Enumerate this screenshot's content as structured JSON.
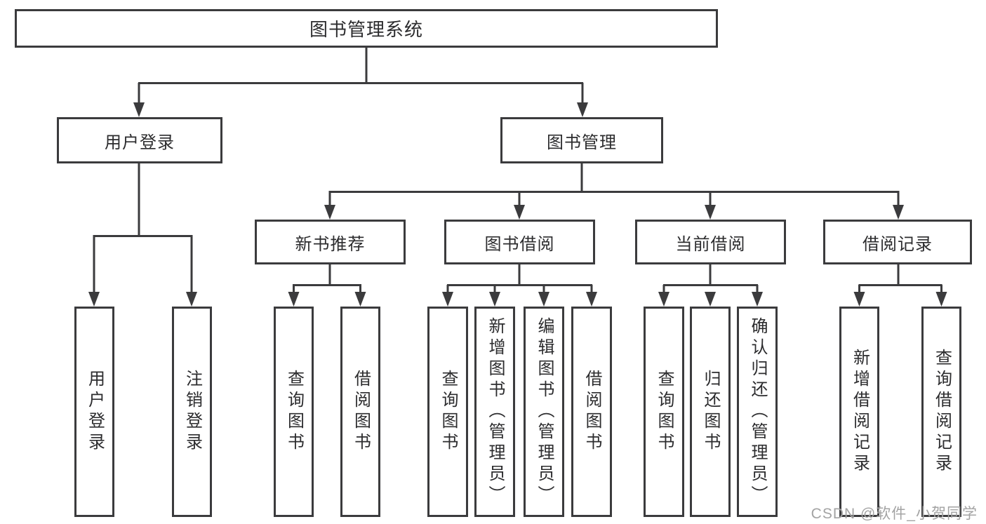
{
  "diagram": {
    "root": {
      "label": "图书管理系统"
    },
    "level2": [
      {
        "label": "用户登录"
      },
      {
        "label": "图书管理"
      }
    ],
    "level3": [
      {
        "label": "新书推荐"
      },
      {
        "label": "图书借阅"
      },
      {
        "label": "当前借阅"
      },
      {
        "label": "借阅记录"
      }
    ],
    "leaves": {
      "user_login": [
        "用户登录",
        "注销登录"
      ],
      "new_book_recommend": [
        "查询图书",
        "借阅图书"
      ],
      "book_borrow": [
        "查询图书",
        "新增图书（管理员）",
        "编辑图书（管理员）",
        "借阅图书"
      ],
      "current_borrow": [
        "查询图书",
        "归还图书",
        "确认归还（管理员）"
      ],
      "borrow_records": [
        "新增借阅记录",
        "查询借阅记录"
      ]
    }
  },
  "watermark": {
    "text": "CSDN @软件_小贺同学"
  },
  "colors": {
    "line": "#3b3b3d",
    "text": "#2c2c2e",
    "watermark": "#a3a3a3",
    "background": "#ffffff"
  }
}
